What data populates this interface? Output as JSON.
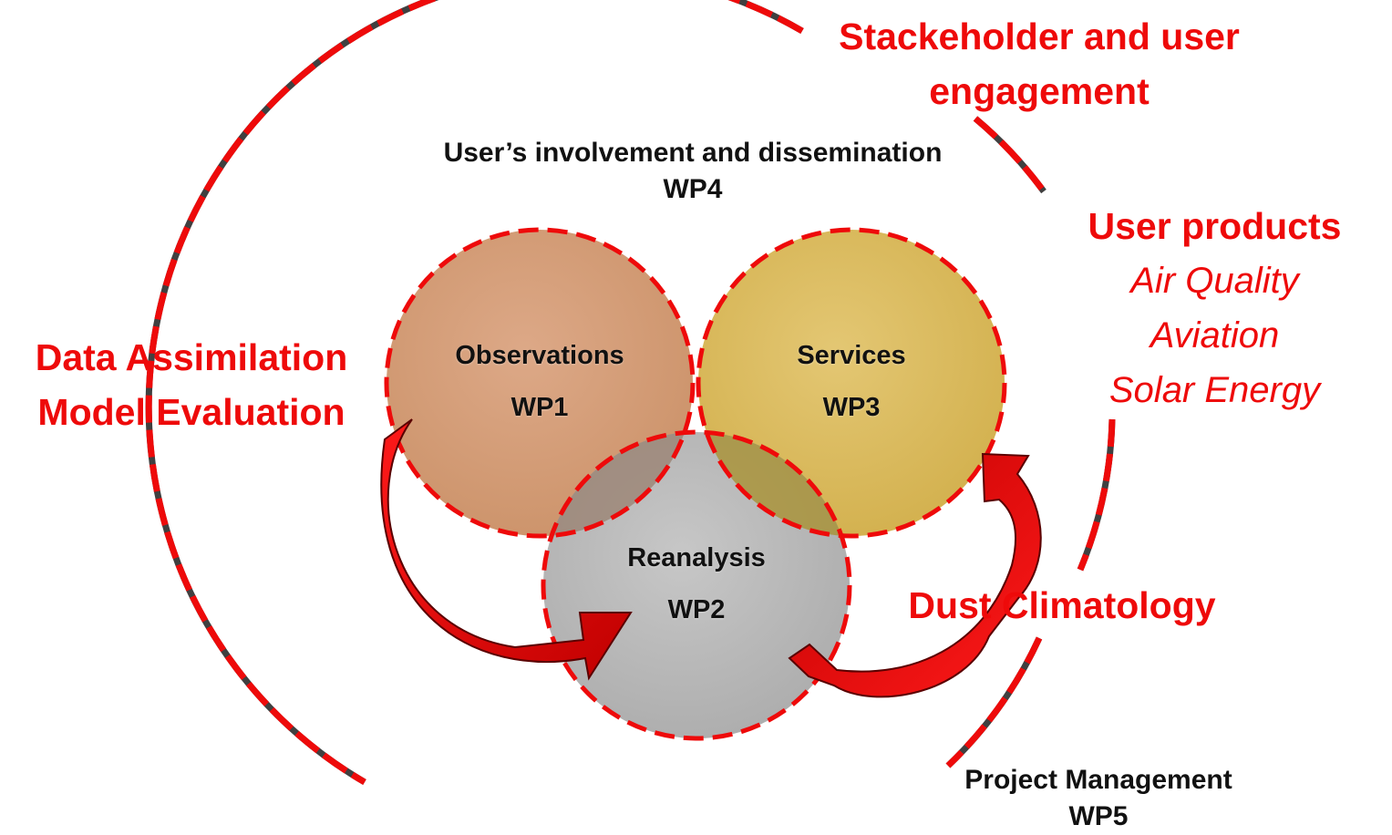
{
  "colors": {
    "accent_red": "#ee0a0a",
    "ring_dark": "#404040",
    "observations_fill": "#d39a70",
    "services_fill": "#d8b855",
    "reanalysis_fill": "#b5b5b5"
  },
  "outer_ring": {
    "top_left_label": "Stackeholder and user",
    "top_left_label_2": "engagement"
  },
  "wp4": {
    "line1": "User’s involvement and dissemination",
    "line2": "WP4"
  },
  "wp5": {
    "line1": "Project Management",
    "line2": "WP5"
  },
  "circles": {
    "observations": {
      "title": "Observations",
      "wp": "WP1"
    },
    "services": {
      "title": "Services",
      "wp": "WP3"
    },
    "reanalysis": {
      "title": "Reanalysis",
      "wp": "WP2"
    }
  },
  "side_labels": {
    "data_assimilation": "Data Assimilation",
    "model_evaluation": "Model Evaluation",
    "dust_climatology": "Dust Climatology"
  },
  "user_products": {
    "title": "User products",
    "items": [
      "Air Quality",
      "Aviation",
      "Solar Energy"
    ]
  },
  "icons": {
    "left_arrow": "curved-arrow-icon",
    "right_arrow": "curved-arrow-icon"
  }
}
